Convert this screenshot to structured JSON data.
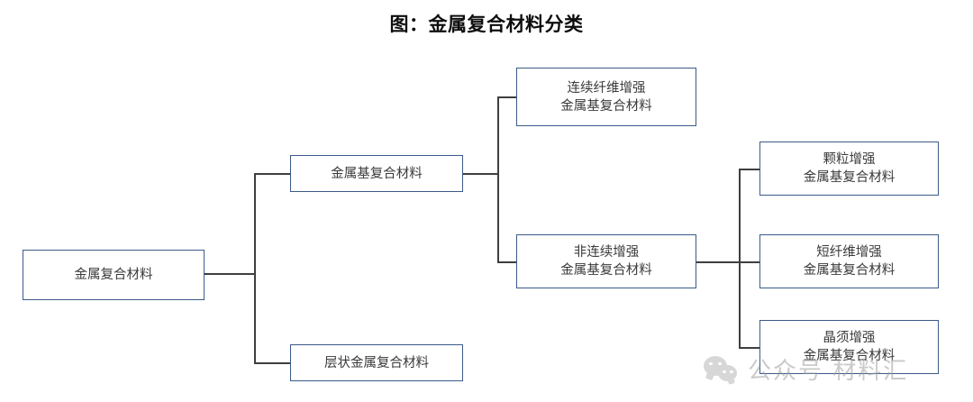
{
  "title": "图：金属复合材料分类",
  "diagram": {
    "type": "tree",
    "nodes": [
      {
        "id": "root",
        "label": "金属复合材料",
        "level": 0
      },
      {
        "id": "mmc",
        "label": "金属基复合材料",
        "level": 1
      },
      {
        "id": "laminated",
        "label": "层状金属复合材料",
        "level": 1
      },
      {
        "id": "continuous",
        "label": "连续纤维增强\n金属基复合材料",
        "level": 2
      },
      {
        "id": "discontinuous",
        "label": "非连续增强\n金属基复合材料",
        "level": 2
      },
      {
        "id": "particle",
        "label": "颗粒增强\n金属基复合材料",
        "level": 3
      },
      {
        "id": "shortfiber",
        "label": "短纤维增强\n金属基复合材料",
        "level": 3
      },
      {
        "id": "whisker",
        "label": "晶须增强\n金属基复合材料",
        "level": 3
      }
    ],
    "edges": [
      {
        "from": "root",
        "to": "mmc"
      },
      {
        "from": "root",
        "to": "laminated"
      },
      {
        "from": "mmc",
        "to": "continuous"
      },
      {
        "from": "mmc",
        "to": "discontinuous"
      },
      {
        "from": "discontinuous",
        "to": "particle"
      },
      {
        "from": "discontinuous",
        "to": "shortfiber"
      },
      {
        "from": "discontinuous",
        "to": "whisker"
      }
    ],
    "colors": {
      "box_border": "#3c5a8a",
      "box_fill": "#ffffff",
      "connector": "#3f3f3f",
      "text": "#3a3a3a",
      "title": "#0d0d0d"
    }
  },
  "watermark": {
    "text": "公众号 材料汇",
    "icon": "wechat-icon"
  }
}
